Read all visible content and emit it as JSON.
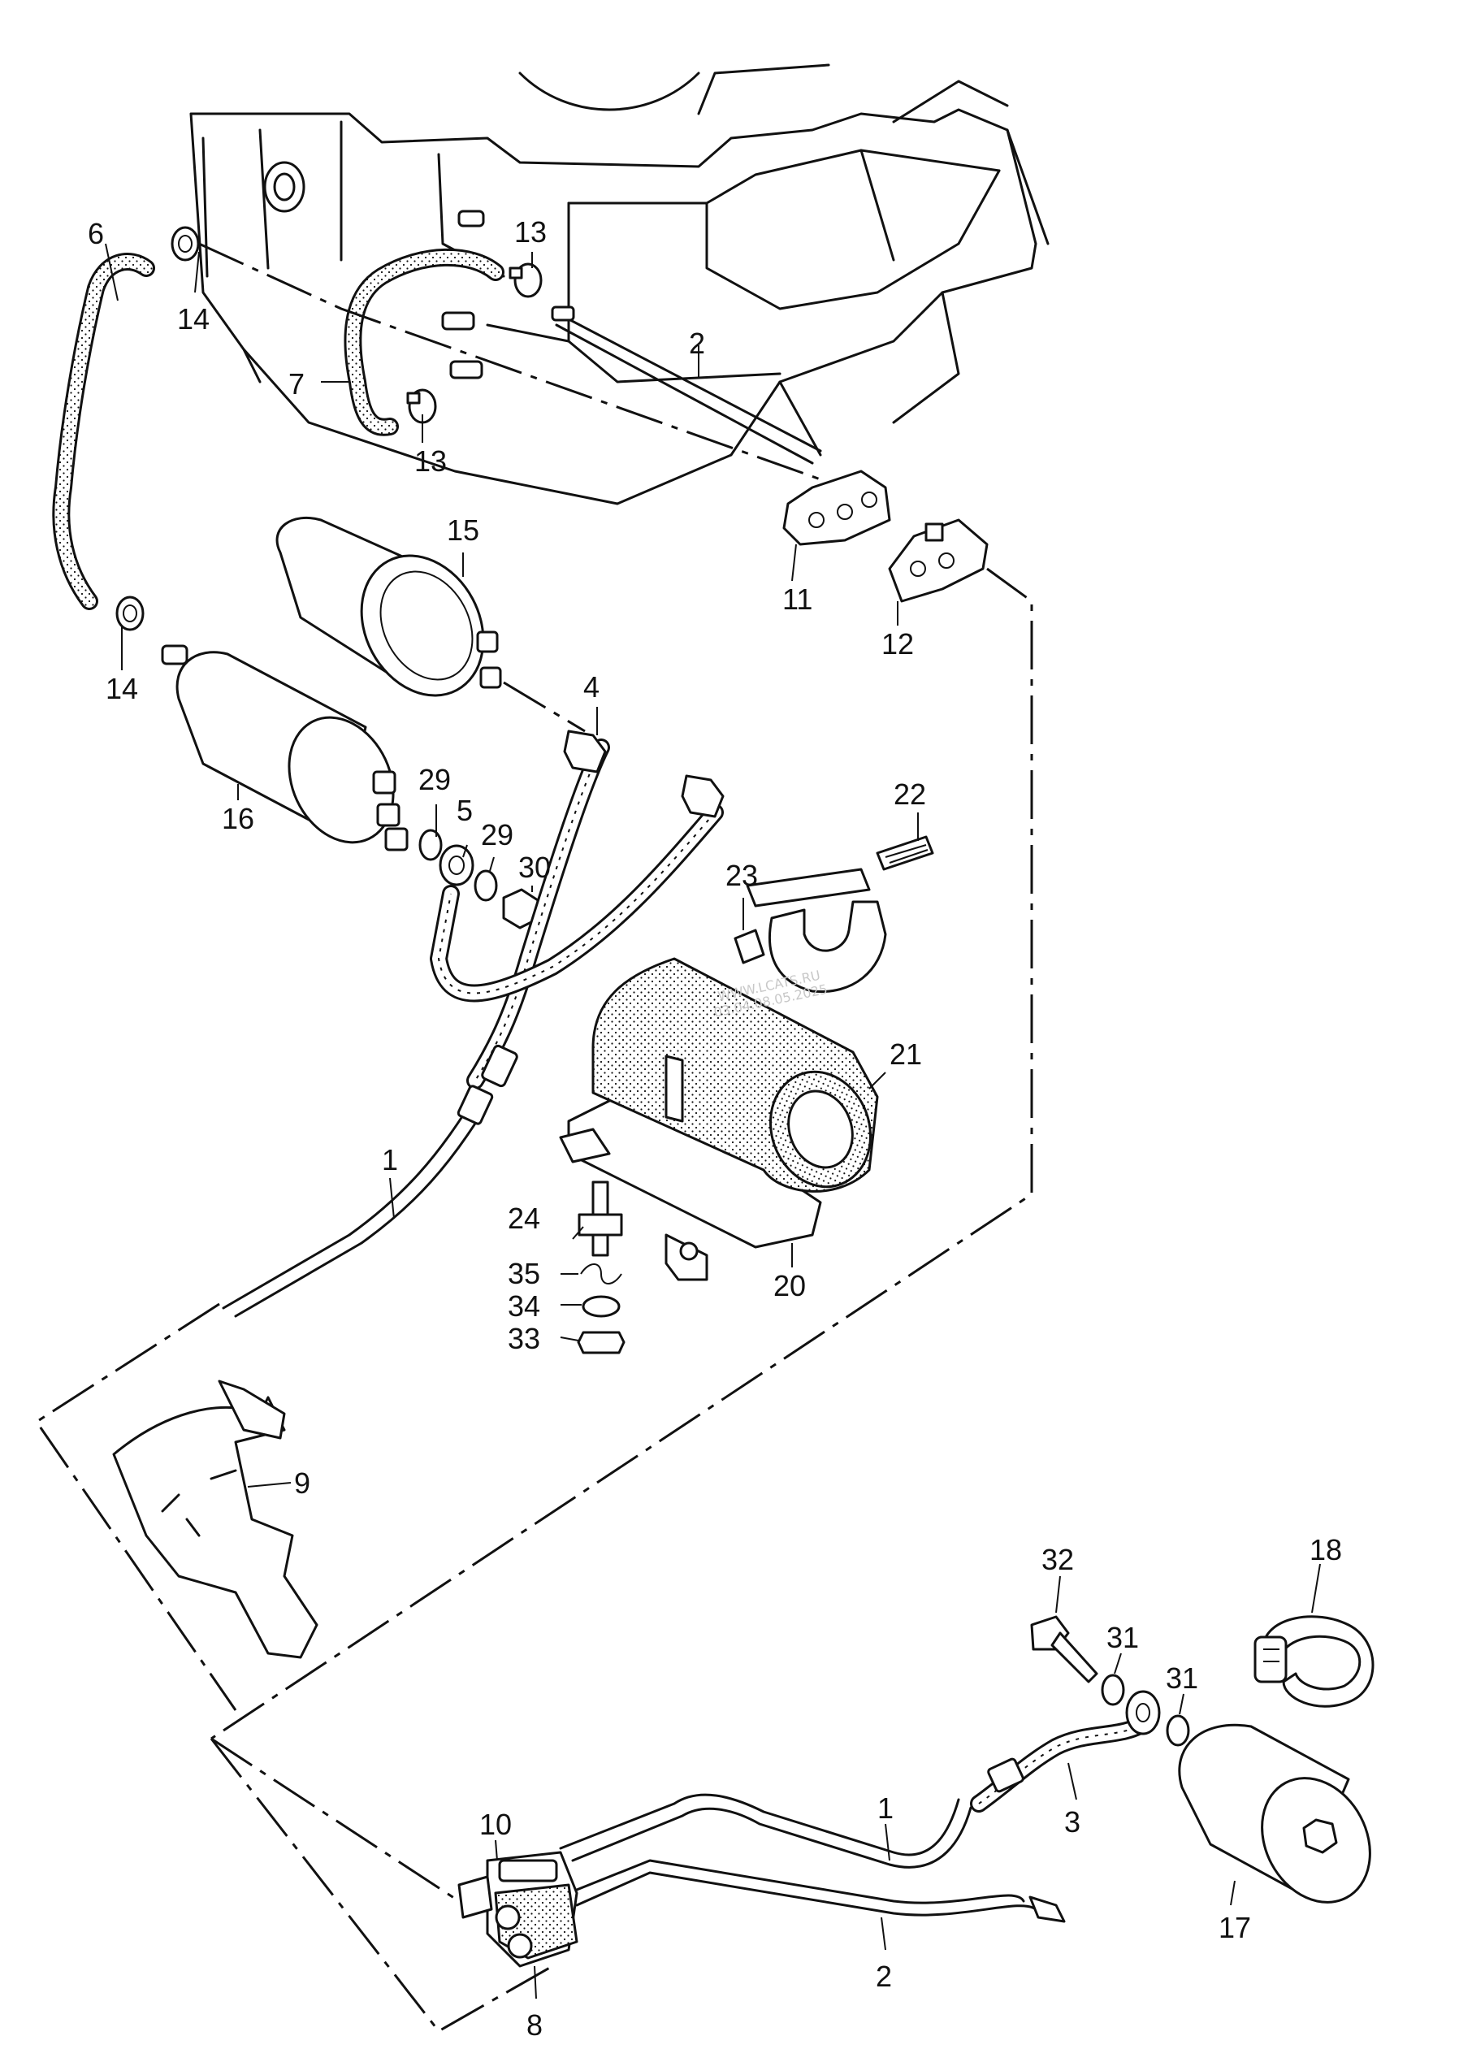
{
  "watermark": {
    "line1": "WWW.LCATS.RU",
    "line2": "03.04.08.05.2025"
  },
  "callouts": {
    "p1_upper": "1",
    "p1_lower": "1",
    "p2_upper": "2",
    "p2_lower": "2",
    "p3": "3",
    "p4": "4",
    "p5": "5",
    "p6": "6",
    "p7": "7",
    "p8": "8",
    "p9": "9",
    "p10": "10",
    "p11": "11",
    "p12": "12",
    "p13_upper": "13",
    "p13_lower": "13",
    "p14_upper": "14",
    "p14_lower": "14",
    "p15": "15",
    "p16": "16",
    "p17": "17",
    "p18": "18",
    "p20": "20",
    "p21": "21",
    "p22": "22",
    "p23": "23",
    "p24": "24",
    "p29_a": "29",
    "p29_b": "29",
    "p30": "30",
    "p31_a": "31",
    "p31_b": "31",
    "p32": "32",
    "p33": "33",
    "p34": "34",
    "p35": "35"
  }
}
